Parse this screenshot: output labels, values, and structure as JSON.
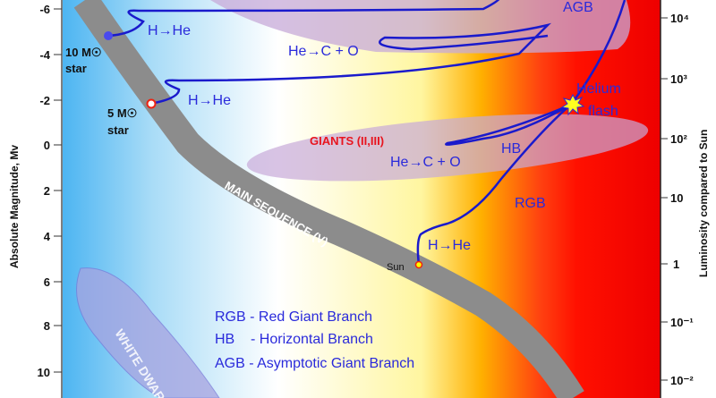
{
  "left_axis": {
    "label": "Absolute Magnitude, Mv",
    "ticks": [
      "-6",
      "-4",
      "-2",
      "0",
      "2",
      "4",
      "6",
      "8",
      "10"
    ]
  },
  "right_axis": {
    "label": "Luminosity compared to Sun",
    "ticks": [
      "10⁴",
      "10³",
      "10²",
      "10",
      "1",
      "10⁻¹",
      "10⁻²"
    ]
  },
  "regions": {
    "main_sequence": "MAIN SEQUENCE (V)",
    "giants": "GIANTS (II,III)",
    "white_dwarfs": "WHITE DWARFS"
  },
  "stars": {
    "ten_solar": "10 M☉",
    "ten_solar_sub": "star",
    "five_solar": "5 M☉",
    "five_solar_sub": "star",
    "sun": "Sun"
  },
  "track_labels": {
    "h_he_10": "H→He",
    "h_he_5": "H→He",
    "he_co_upper": "He→C + O",
    "agb": "AGB",
    "helium_flash_1": "Helium",
    "helium_flash_2": "flash",
    "hb": "HB",
    "he_co_lower": "He→C + O",
    "rgb": "RGB",
    "h_he_sun": "H→He"
  },
  "legend": [
    "RGB - Red Giant Branch",
    "HB    - Horizontal Branch",
    "AGB - Asymptotic Giant Branch"
  ],
  "colors": {
    "track": "#1a1acc",
    "giants_label": "#e8141e",
    "main_sequence": "#8c8c8c"
  }
}
